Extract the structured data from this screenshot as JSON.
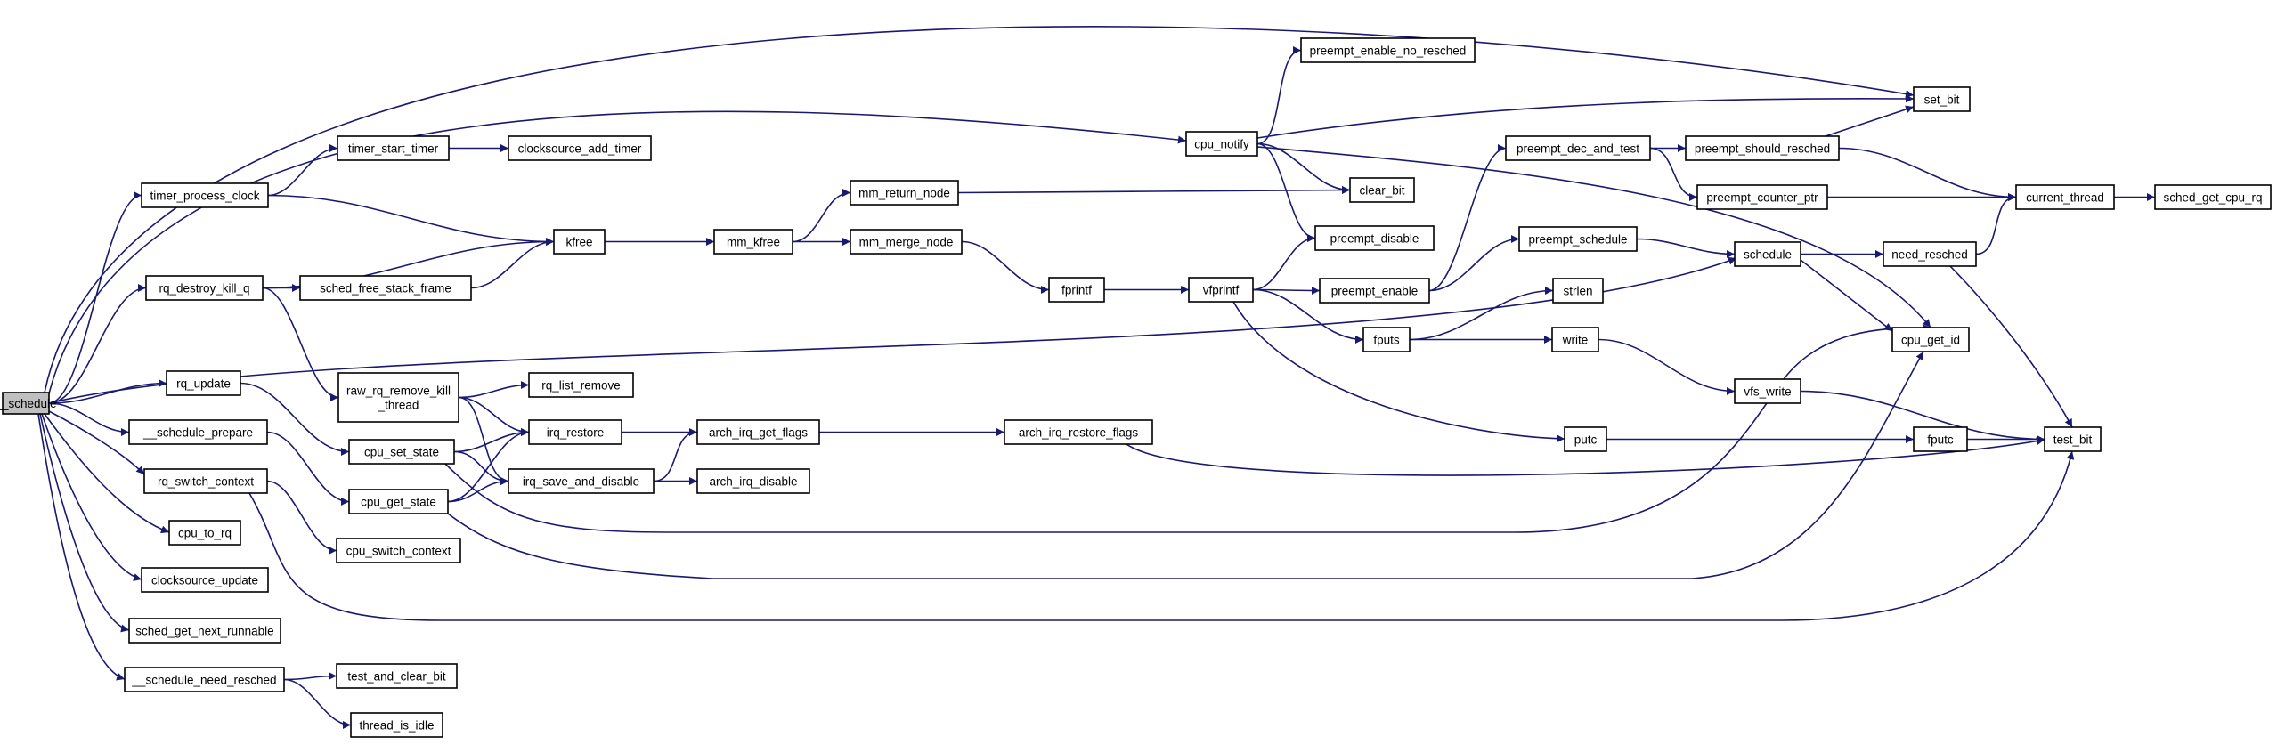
{
  "colors": {
    "edge": "#191970",
    "root_fill": "#bfbfbf",
    "node_fill": "#ffffff",
    "node_stroke": "#000000"
  },
  "graph": {
    "root": "__schedule",
    "nodes": {
      "schedule_root": {
        "label": "__schedule"
      },
      "timer_process_clock": {
        "label": "timer_process_clock"
      },
      "timer_start_timer": {
        "label": "timer_start_timer"
      },
      "clocksource_add_timer": {
        "label": "clocksource_add_timer"
      },
      "rq_destroy_kill_q": {
        "label": "rq_destroy_kill_q"
      },
      "sched_free_stack_frame": {
        "label": "sched_free_stack_frame"
      },
      "kfree": {
        "label": "kfree"
      },
      "mm_kfree": {
        "label": "mm_kfree"
      },
      "mm_return_node": {
        "label": "mm_return_node"
      },
      "mm_merge_node": {
        "label": "mm_merge_node"
      },
      "fprintf": {
        "label": "fprintf"
      },
      "vfprintf": {
        "label": "vfprintf"
      },
      "rq_update": {
        "label": "rq_update"
      },
      "raw_rq_remove_kill_thread": {
        "label": "raw_rq_remove_kill",
        "label2": "_thread"
      },
      "rq_list_remove": {
        "label": "rq_list_remove"
      },
      "schedule_prepare": {
        "label": "__schedule_prepare"
      },
      "cpu_set_state": {
        "label": "cpu_set_state"
      },
      "irq_restore": {
        "label": "irq_restore"
      },
      "irq_save_and_disable": {
        "label": "irq_save_and_disable"
      },
      "arch_irq_get_flags": {
        "label": "arch_irq_get_flags"
      },
      "arch_irq_disable": {
        "label": "arch_irq_disable"
      },
      "arch_irq_restore_flags": {
        "label": "arch_irq_restore_flags"
      },
      "rq_switch_context": {
        "label": "rq_switch_context"
      },
      "cpu_get_state": {
        "label": "cpu_get_state"
      },
      "cpu_switch_context": {
        "label": "cpu_switch_context"
      },
      "cpu_to_rq": {
        "label": "cpu_to_rq"
      },
      "clocksource_update": {
        "label": "clocksource_update"
      },
      "sched_get_next_runnable": {
        "label": "sched_get_next_runnable"
      },
      "schedule_need_resched": {
        "label": "__schedule_need_resched"
      },
      "test_and_clear_bit": {
        "label": "test_and_clear_bit"
      },
      "thread_is_idle": {
        "label": "thread_is_idle"
      },
      "cpu_notify": {
        "label": "cpu_notify"
      },
      "preempt_enable_no_resched": {
        "label": "preempt_enable_no_resched"
      },
      "set_bit": {
        "label": "set_bit"
      },
      "clear_bit": {
        "label": "clear_bit"
      },
      "preempt_disable": {
        "label": "preempt_disable"
      },
      "preempt_enable": {
        "label": "preempt_enable"
      },
      "preempt_dec_and_test": {
        "label": "preempt_dec_and_test"
      },
      "preempt_should_resched": {
        "label": "preempt_should_resched"
      },
      "preempt_counter_ptr": {
        "label": "preempt_counter_ptr"
      },
      "current_thread": {
        "label": "current_thread"
      },
      "sched_get_cpu_rq": {
        "label": "sched_get_cpu_rq"
      },
      "preempt_schedule": {
        "label": "preempt_schedule"
      },
      "schedule": {
        "label": "schedule"
      },
      "need_resched": {
        "label": "need_resched"
      },
      "cpu_get_id": {
        "label": "cpu_get_id"
      },
      "strlen": {
        "label": "strlen"
      },
      "fputs": {
        "label": "fputs"
      },
      "write": {
        "label": "write"
      },
      "vfs_write": {
        "label": "vfs_write"
      },
      "putc": {
        "label": "putc"
      },
      "fputc": {
        "label": "fputc"
      },
      "test_bit": {
        "label": "test_bit"
      }
    },
    "edges": [
      [
        "schedule_root",
        "set_bit"
      ],
      [
        "schedule_root",
        "cpu_notify"
      ],
      [
        "schedule_root",
        "timer_process_clock"
      ],
      [
        "schedule_root",
        "rq_destroy_kill_q"
      ],
      [
        "schedule_root",
        "schedule"
      ],
      [
        "schedule_root",
        "rq_update"
      ],
      [
        "schedule_root",
        "schedule_prepare"
      ],
      [
        "schedule_root",
        "rq_switch_context"
      ],
      [
        "schedule_root",
        "cpu_to_rq"
      ],
      [
        "schedule_root",
        "clocksource_update"
      ],
      [
        "schedule_root",
        "sched_get_next_runnable"
      ],
      [
        "schedule_root",
        "schedule_need_resched"
      ],
      [
        "timer_process_clock",
        "timer_start_timer"
      ],
      [
        "timer_process_clock",
        "kfree"
      ],
      [
        "timer_start_timer",
        "clocksource_add_timer"
      ],
      [
        "rq_destroy_kill_q",
        "kfree"
      ],
      [
        "rq_destroy_kill_q",
        "sched_free_stack_frame"
      ],
      [
        "rq_destroy_kill_q",
        "raw_rq_remove_kill_thread"
      ],
      [
        "sched_free_stack_frame",
        "kfree"
      ],
      [
        "kfree",
        "mm_kfree"
      ],
      [
        "mm_kfree",
        "mm_return_node"
      ],
      [
        "mm_kfree",
        "mm_merge_node"
      ],
      [
        "mm_return_node",
        "clear_bit"
      ],
      [
        "mm_merge_node",
        "fprintf"
      ],
      [
        "fprintf",
        "vfprintf"
      ],
      [
        "vfprintf",
        "preempt_disable"
      ],
      [
        "vfprintf",
        "preempt_enable"
      ],
      [
        "vfprintf",
        "fputs"
      ],
      [
        "vfprintf",
        "putc"
      ],
      [
        "raw_rq_remove_kill_thread",
        "rq_list_remove"
      ],
      [
        "raw_rq_remove_kill_thread",
        "irq_restore"
      ],
      [
        "raw_rq_remove_kill_thread",
        "irq_save_and_disable"
      ],
      [
        "rq_update",
        "cpu_set_state"
      ],
      [
        "schedule_prepare",
        "cpu_get_state"
      ],
      [
        "cpu_set_state",
        "irq_restore"
      ],
      [
        "cpu_set_state",
        "irq_save_and_disable"
      ],
      [
        "cpu_set_state",
        "cpu_get_id"
      ],
      [
        "cpu_get_state",
        "irq_restore"
      ],
      [
        "cpu_get_state",
        "irq_save_and_disable"
      ],
      [
        "cpu_get_state",
        "cpu_get_id"
      ],
      [
        "irq_restore",
        "arch_irq_restore_flags"
      ],
      [
        "irq_save_and_disable",
        "arch_irq_get_flags"
      ],
      [
        "irq_save_and_disable",
        "arch_irq_disable"
      ],
      [
        "arch_irq_restore_flags",
        "test_bit"
      ],
      [
        "rq_switch_context",
        "cpu_switch_context"
      ],
      [
        "rq_switch_context",
        "test_bit"
      ],
      [
        "schedule_need_resched",
        "test_and_clear_bit"
      ],
      [
        "schedule_need_resched",
        "thread_is_idle"
      ],
      [
        "cpu_notify",
        "preempt_enable_no_resched"
      ],
      [
        "cpu_notify",
        "set_bit"
      ],
      [
        "cpu_notify",
        "clear_bit"
      ],
      [
        "cpu_notify",
        "preempt_disable"
      ],
      [
        "cpu_notify",
        "cpu_get_id"
      ],
      [
        "preempt_enable",
        "preempt_dec_and_test"
      ],
      [
        "preempt_enable",
        "preempt_schedule"
      ],
      [
        "preempt_dec_and_test",
        "preempt_should_resched"
      ],
      [
        "preempt_dec_and_test",
        "preempt_counter_ptr"
      ],
      [
        "preempt_should_resched",
        "set_bit"
      ],
      [
        "preempt_should_resched",
        "current_thread"
      ],
      [
        "preempt_counter_ptr",
        "current_thread"
      ],
      [
        "current_thread",
        "sched_get_cpu_rq"
      ],
      [
        "preempt_schedule",
        "schedule"
      ],
      [
        "schedule",
        "need_resched"
      ],
      [
        "schedule",
        "cpu_get_id"
      ],
      [
        "need_resched",
        "current_thread"
      ],
      [
        "need_resched",
        "test_bit"
      ],
      [
        "fputs",
        "strlen"
      ],
      [
        "fputs",
        "write"
      ],
      [
        "write",
        "vfs_write"
      ],
      [
        "vfs_write",
        "test_bit"
      ],
      [
        "putc",
        "fputc"
      ],
      [
        "fputc",
        "test_bit"
      ]
    ]
  }
}
